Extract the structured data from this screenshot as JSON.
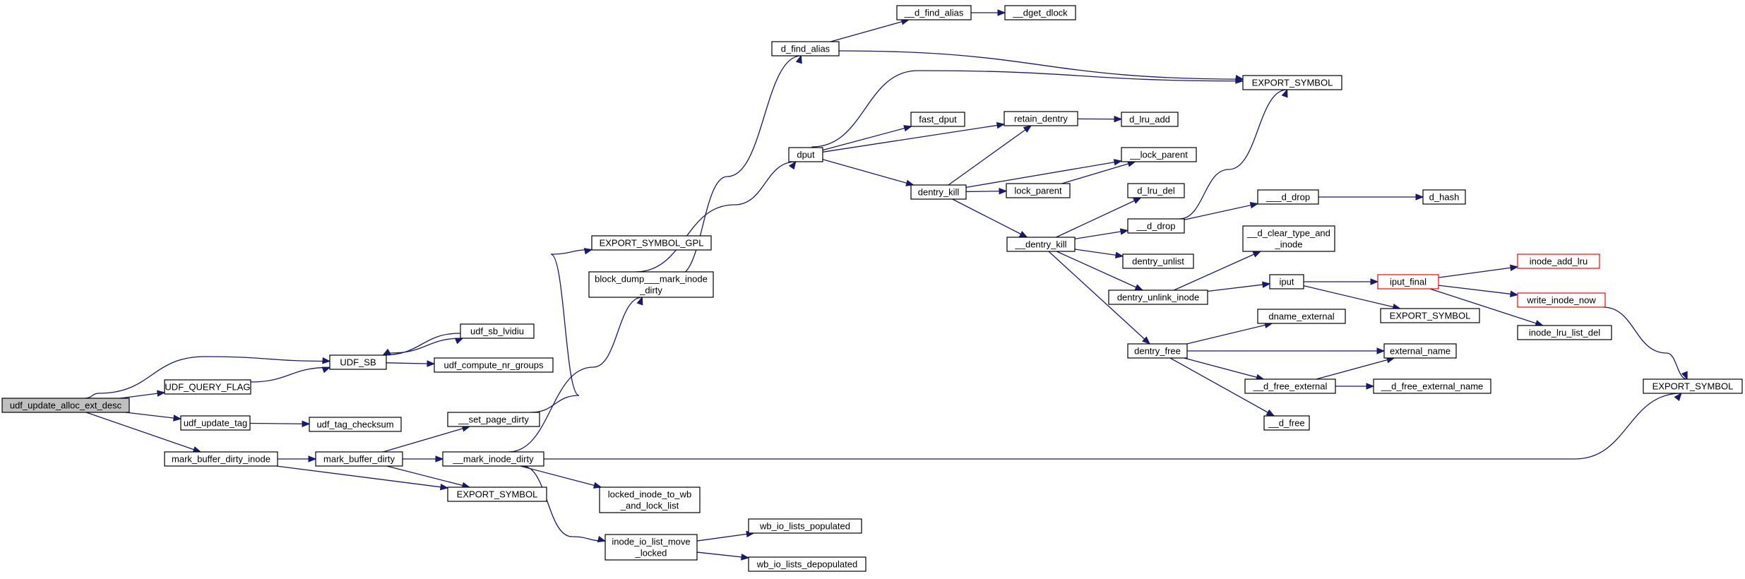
{
  "graph": {
    "edge_color": "#191970",
    "root_fill": "#bfbfbf",
    "highlight_stroke": "#ff0000",
    "nodes": [
      {
        "id": "udf_update_alloc_ext_desc",
        "lines": [
          "udf_update_alloc_ext_desc"
        ],
        "style": "root"
      },
      {
        "id": "UDF_SB",
        "lines": [
          "UDF_SB"
        ]
      },
      {
        "id": "UDF_QUERY_FLAG",
        "lines": [
          "UDF_QUERY_FLAG"
        ]
      },
      {
        "id": "udf_update_tag",
        "lines": [
          "udf_update_tag"
        ]
      },
      {
        "id": "mark_buffer_dirty_inode",
        "lines": [
          "mark_buffer_dirty_inode"
        ]
      },
      {
        "id": "udf_sb_lvidiu",
        "lines": [
          "udf_sb_lvidiu"
        ]
      },
      {
        "id": "udf_compute_nr_groups",
        "lines": [
          "udf_compute_nr_groups"
        ]
      },
      {
        "id": "udf_tag_checksum",
        "lines": [
          "udf_tag_checksum"
        ]
      },
      {
        "id": "mark_buffer_dirty",
        "lines": [
          "mark_buffer_dirty"
        ]
      },
      {
        "id": "EXPORT_SYMBOL_a",
        "lines": [
          "EXPORT_SYMBOL"
        ]
      },
      {
        "id": "__set_page_dirty",
        "lines": [
          "__set_page_dirty"
        ]
      },
      {
        "id": "__mark_inode_dirty",
        "lines": [
          "__mark_inode_dirty"
        ]
      },
      {
        "id": "EXPORT_SYMBOL_GPL",
        "lines": [
          "EXPORT_SYMBOL_GPL"
        ]
      },
      {
        "id": "block_dump",
        "lines": [
          "block_dump___mark_inode",
          "_dirty"
        ]
      },
      {
        "id": "locked_inode",
        "lines": [
          "locked_inode_to_wb",
          "_and_lock_list"
        ]
      },
      {
        "id": "inode_io_list",
        "lines": [
          "inode_io_list_move",
          "_locked"
        ]
      },
      {
        "id": "wb_io_pop",
        "lines": [
          "wb_io_lists_populated"
        ]
      },
      {
        "id": "wb_io_depop",
        "lines": [
          "wb_io_lists_depopulated"
        ]
      },
      {
        "id": "d_find_alias",
        "lines": [
          "d_find_alias"
        ]
      },
      {
        "id": "__d_find_alias",
        "lines": [
          "__d_find_alias"
        ]
      },
      {
        "id": "__dget_dlock",
        "lines": [
          "__dget_dlock"
        ]
      },
      {
        "id": "dput",
        "lines": [
          "dput"
        ]
      },
      {
        "id": "fast_dput",
        "lines": [
          "fast_dput"
        ]
      },
      {
        "id": "retain_dentry",
        "lines": [
          "retain_dentry"
        ]
      },
      {
        "id": "d_lru_add",
        "lines": [
          "d_lru_add"
        ]
      },
      {
        "id": "dentry_kill",
        "lines": [
          "dentry_kill"
        ]
      },
      {
        "id": "__lock_parent",
        "lines": [
          "__lock_parent"
        ]
      },
      {
        "id": "lock_parent",
        "lines": [
          "lock_parent"
        ]
      },
      {
        "id": "__dentry_kill",
        "lines": [
          "__dentry_kill"
        ]
      },
      {
        "id": "d_lru_del",
        "lines": [
          "d_lru_del"
        ]
      },
      {
        "id": "__d_drop",
        "lines": [
          "__d_drop"
        ]
      },
      {
        "id": "___d_drop",
        "lines": [
          "___d_drop"
        ]
      },
      {
        "id": "d_hash",
        "lines": [
          "d_hash"
        ]
      },
      {
        "id": "dentry_unlist",
        "lines": [
          "dentry_unlist"
        ]
      },
      {
        "id": "dentry_unlink_inode",
        "lines": [
          "dentry_unlink_inode"
        ]
      },
      {
        "id": "__d_clear_type",
        "lines": [
          "__d_clear_type_and",
          "_inode"
        ]
      },
      {
        "id": "iput",
        "lines": [
          "iput"
        ]
      },
      {
        "id": "iput_final",
        "lines": [
          "iput_final"
        ],
        "style": "red"
      },
      {
        "id": "inode_add_lru",
        "lines": [
          "inode_add_lru"
        ],
        "style": "red"
      },
      {
        "id": "write_inode_now",
        "lines": [
          "write_inode_now"
        ],
        "style": "red"
      },
      {
        "id": "inode_lru_list_del",
        "lines": [
          "inode_lru_list_del"
        ]
      },
      {
        "id": "EXPORT_SYMBOL_iput",
        "lines": [
          "EXPORT_SYMBOL"
        ]
      },
      {
        "id": "EXPORT_SYMBOL_top",
        "lines": [
          "EXPORT_SYMBOL"
        ]
      },
      {
        "id": "EXPORT_SYMBOL_right",
        "lines": [
          "EXPORT_SYMBOL"
        ]
      },
      {
        "id": "dentry_free",
        "lines": [
          "dentry_free"
        ]
      },
      {
        "id": "dname_external",
        "lines": [
          "dname_external"
        ]
      },
      {
        "id": "external_name",
        "lines": [
          "external_name"
        ]
      },
      {
        "id": "__d_free_external",
        "lines": [
          "__d_free_external"
        ]
      },
      {
        "id": "__d_free_external_name",
        "lines": [
          "__d_free_external_name"
        ]
      },
      {
        "id": "__d_free",
        "lines": [
          "__d_free"
        ]
      }
    ],
    "edges": [
      [
        "udf_update_alloc_ext_desc",
        "UDF_SB"
      ],
      [
        "udf_update_alloc_ext_desc",
        "UDF_QUERY_FLAG"
      ],
      [
        "udf_update_alloc_ext_desc",
        "udf_update_tag"
      ],
      [
        "udf_update_alloc_ext_desc",
        "mark_buffer_dirty_inode"
      ],
      [
        "UDF_QUERY_FLAG",
        "UDF_SB"
      ],
      [
        "UDF_SB",
        "udf_sb_lvidiu"
      ],
      [
        "udf_sb_lvidiu",
        "UDF_SB"
      ],
      [
        "UDF_SB",
        "udf_compute_nr_groups"
      ],
      [
        "udf_update_tag",
        "udf_tag_checksum"
      ],
      [
        "mark_buffer_dirty_inode",
        "mark_buffer_dirty"
      ],
      [
        "mark_buffer_dirty_inode",
        "EXPORT_SYMBOL_a"
      ],
      [
        "mark_buffer_dirty",
        "__set_page_dirty"
      ],
      [
        "mark_buffer_dirty",
        "__mark_inode_dirty"
      ],
      [
        "mark_buffer_dirty",
        "EXPORT_SYMBOL_a"
      ],
      [
        "__set_page_dirty",
        "EXPORT_SYMBOL_GPL"
      ],
      [
        "__mark_inode_dirty",
        "block_dump"
      ],
      [
        "__mark_inode_dirty",
        "locked_inode"
      ],
      [
        "__mark_inode_dirty",
        "inode_io_list"
      ],
      [
        "__mark_inode_dirty",
        "EXPORT_SYMBOL_right"
      ],
      [
        "inode_io_list",
        "wb_io_pop"
      ],
      [
        "inode_io_list",
        "wb_io_depop"
      ],
      [
        "block_dump",
        "d_find_alias"
      ],
      [
        "block_dump",
        "dput"
      ],
      [
        "d_find_alias",
        "__d_find_alias"
      ],
      [
        "d_find_alias",
        "EXPORT_SYMBOL_top"
      ],
      [
        "__d_find_alias",
        "__dget_dlock"
      ],
      [
        "dput",
        "EXPORT_SYMBOL_top"
      ],
      [
        "dput",
        "fast_dput"
      ],
      [
        "dput",
        "retain_dentry"
      ],
      [
        "dput",
        "dentry_kill"
      ],
      [
        "retain_dentry",
        "d_lru_add"
      ],
      [
        "dentry_kill",
        "retain_dentry"
      ],
      [
        "dentry_kill",
        "__lock_parent"
      ],
      [
        "dentry_kill",
        "lock_parent"
      ],
      [
        "dentry_kill",
        "__dentry_kill"
      ],
      [
        "lock_parent",
        "__lock_parent"
      ],
      [
        "__dentry_kill",
        "d_lru_del"
      ],
      [
        "__dentry_kill",
        "__d_drop"
      ],
      [
        "__dentry_kill",
        "dentry_unlist"
      ],
      [
        "__dentry_kill",
        "dentry_unlink_inode"
      ],
      [
        "__dentry_kill",
        "dentry_free"
      ],
      [
        "__d_drop",
        "EXPORT_SYMBOL_top"
      ],
      [
        "__d_drop",
        "___d_drop"
      ],
      [
        "___d_drop",
        "d_hash"
      ],
      [
        "dentry_unlink_inode",
        "__d_clear_type"
      ],
      [
        "dentry_unlink_inode",
        "iput"
      ],
      [
        "iput",
        "iput_final"
      ],
      [
        "iput",
        "EXPORT_SYMBOL_iput"
      ],
      [
        "iput_final",
        "inode_add_lru"
      ],
      [
        "iput_final",
        "write_inode_now"
      ],
      [
        "iput_final",
        "inode_lru_list_del"
      ],
      [
        "write_inode_now",
        "EXPORT_SYMBOL_right"
      ],
      [
        "dentry_free",
        "dname_external"
      ],
      [
        "dentry_free",
        "external_name"
      ],
      [
        "dentry_free",
        "__d_free_external"
      ],
      [
        "dentry_free",
        "__d_free"
      ],
      [
        "__d_free_external",
        "external_name"
      ],
      [
        "__d_free_external",
        "__d_free_external_name"
      ]
    ]
  }
}
